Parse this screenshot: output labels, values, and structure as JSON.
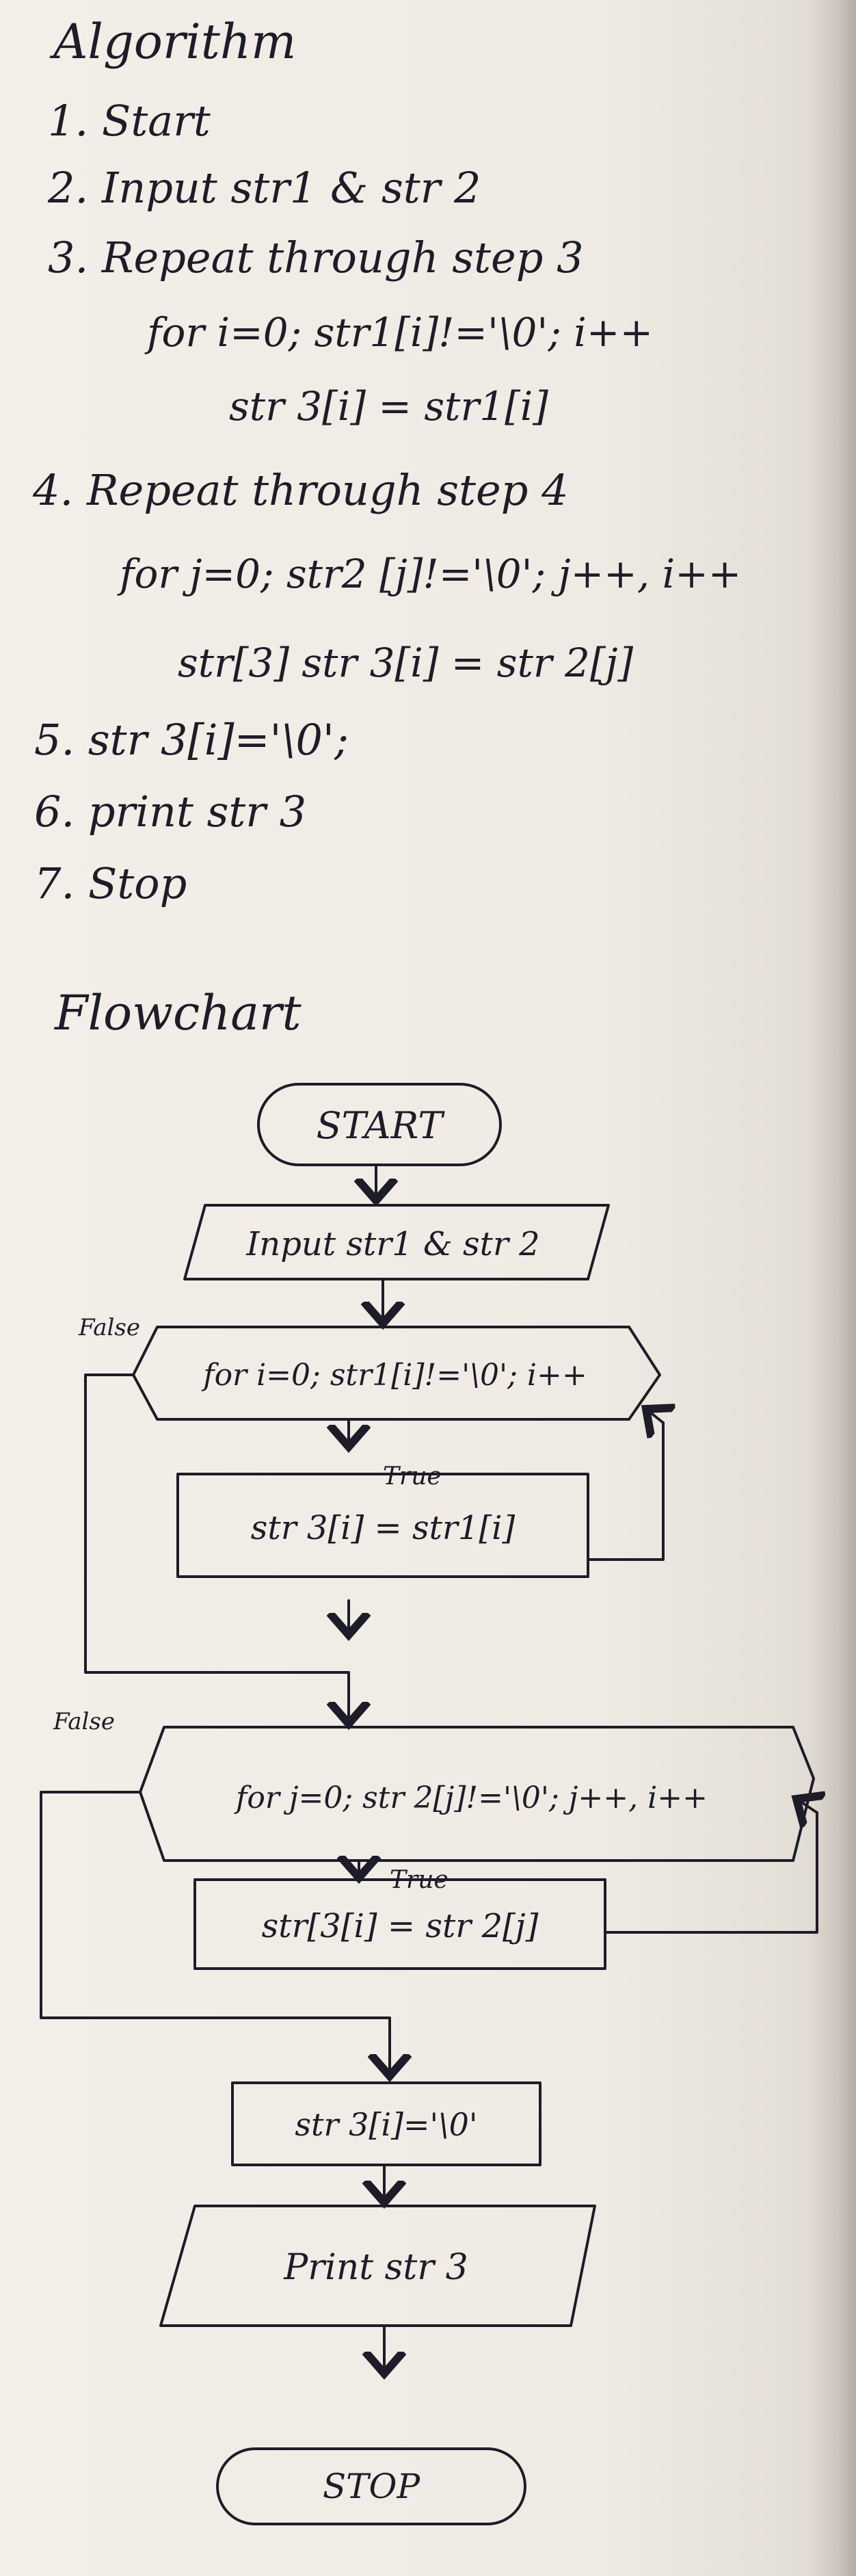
{
  "algorithm": {
    "heading": "Algorithm",
    "steps": [
      "1. Start",
      "2. Input str1 & str 2",
      "3. Repeat through step 3",
      "for i=0; str1[i]!='\\0'; i++",
      "str 3[i] = str1[i]",
      "4. Repeat through step 4",
      "for j=0; str2 [j]!='\\0'; j++, i++",
      "str[3] str 3[i] = str 2[j]",
      "5. str 3[i]='\\0';",
      "6. print str 3",
      "7. Stop"
    ]
  },
  "flowchart": {
    "heading": "Flowchart",
    "start": "START",
    "input": "Input str1 & str 2",
    "loop1": "for i=0; str1[i]!='\\0'; i++",
    "body1": "str 3[i] = str1[i]",
    "loop2": "for j=0; str 2[j]!='\\0'; j++, i++",
    "body2": "str[3[i] = str 2[j]",
    "terminate": "str 3[i]='\\0'",
    "print": "Print str 3",
    "stop": "STOP",
    "false_label": "False",
    "true_label": "True"
  }
}
